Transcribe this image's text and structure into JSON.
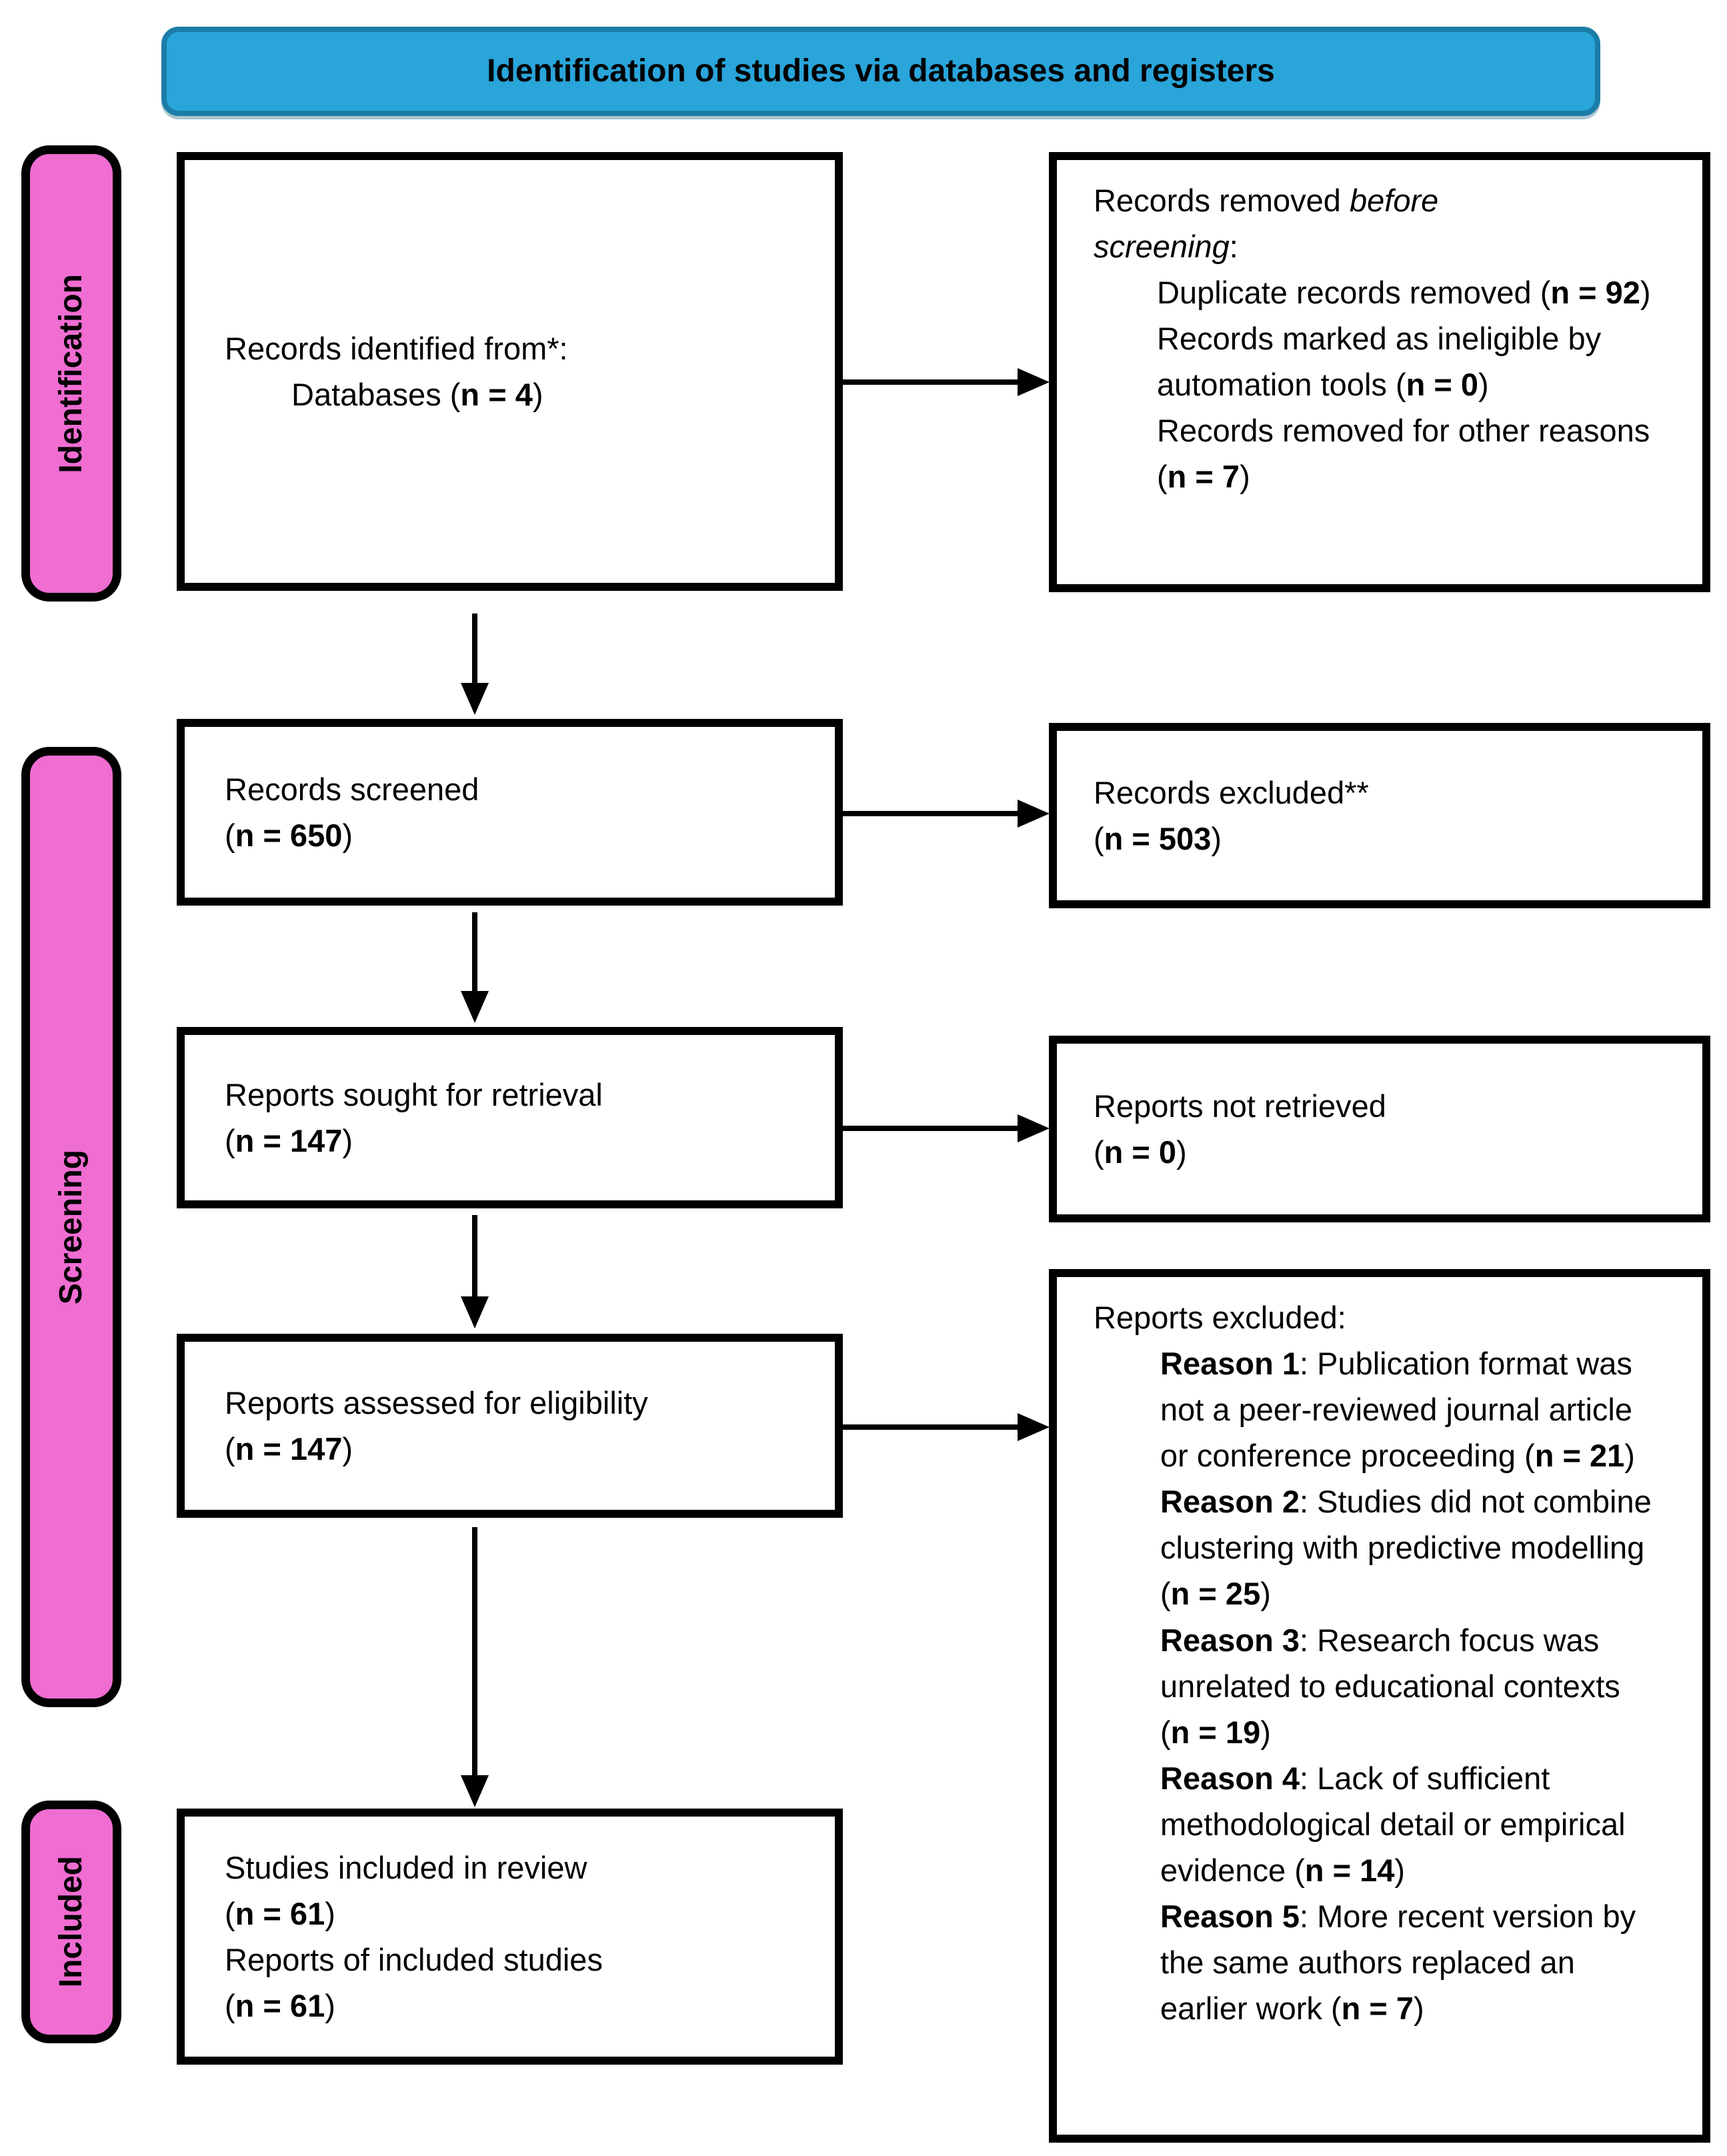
{
  "title": "Identification of studies via databases and registers",
  "punct": {
    "open": "(",
    "close": ")"
  },
  "colors": {
    "banner_fill": "#29A5DA",
    "banner_border": "#1B7DA8",
    "stage_fill": "#F06DD2",
    "box_border": "#000000",
    "text": "#000000",
    "background": "#FFFFFF"
  },
  "stages": {
    "identification": "Identification",
    "screening": "Screening",
    "included": "Included"
  },
  "left": {
    "identified": {
      "line1": "Records identified from*:",
      "line2_text": "Databases ",
      "count": "n = 4"
    },
    "screened": {
      "line1": "Records screened",
      "count": "n = 650"
    },
    "sought": {
      "line1": "Reports sought for retrieval",
      "count": "n = 147"
    },
    "assessed": {
      "line1": "Reports assessed for eligibility",
      "count": "n = 147"
    },
    "included": {
      "line1": "Studies included in review",
      "count1": "n = 61",
      "line2": "Reports of included studies",
      "count2": "n = 61"
    }
  },
  "right": {
    "removed": {
      "header_pre": "Records removed ",
      "header_italic_1": "before",
      "header_italic_2": "screening",
      "header_post": ":",
      "items": [
        {
          "text": "Duplicate records removed ",
          "count": "n = 92"
        },
        {
          "text": "Records marked as ineligible by automation tools ",
          "count": "n = 0"
        },
        {
          "text": "Records removed for other reasons ",
          "count": "n = 7"
        }
      ]
    },
    "excluded": {
      "line1": "Records excluded**",
      "count": "n = 503"
    },
    "not_retrieved": {
      "line1": "Reports not retrieved",
      "count": "n = 0"
    },
    "reports_excluded": {
      "header": "Reports excluded:",
      "reasons": [
        {
          "label": "Reason 1",
          "text": ": Publication format was not a peer-reviewed journal article or conference proceeding ",
          "count": "n = 21"
        },
        {
          "label": "Reason 2",
          "text": ": Studies did not combine clustering with predictive modelling ",
          "count": "n = 25"
        },
        {
          "label": "Reason 3",
          "text": ": Research focus was unrelated to educational contexts ",
          "count": "n = 19"
        },
        {
          "label": "Reason 4",
          "text": ": Lack of sufficient methodological detail or empirical evidence ",
          "count": "n = 14"
        },
        {
          "label": "Reason 5",
          "text": ": More recent version by the same authors replaced an earlier work ",
          "count": "n = 7"
        }
      ]
    }
  }
}
